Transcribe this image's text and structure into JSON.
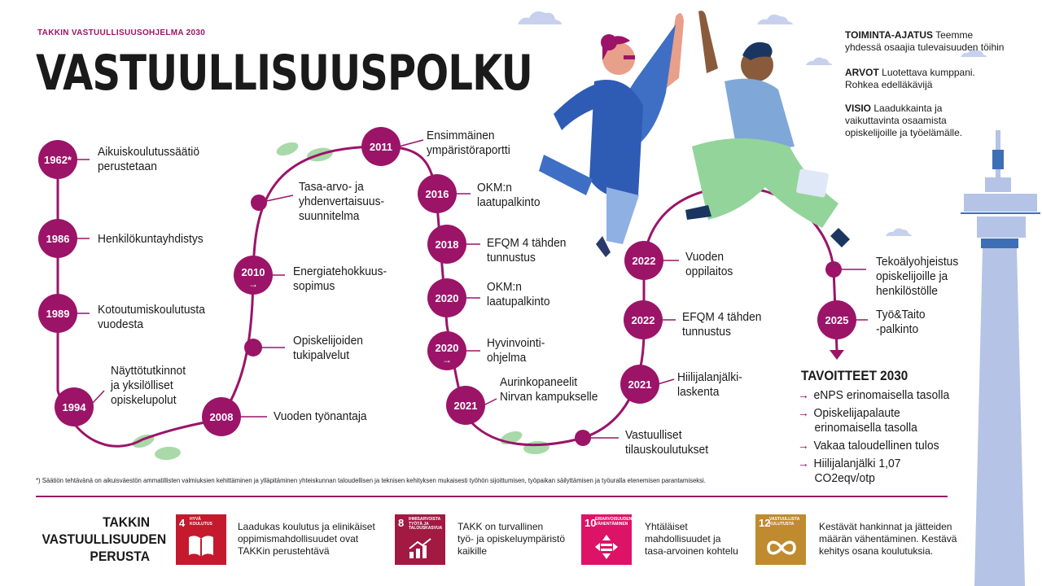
{
  "header": {
    "kicker": "TAKKIN VASTUULLISUUSOHJELMA 2030",
    "title": "VASTUULLISUUSPOLKU"
  },
  "colors": {
    "accent": "#9b1468",
    "light_green": "#a9d9a9",
    "tower": "#b5c3e6"
  },
  "timeline": [
    {
      "year": "1962*",
      "label": [
        "Aikuiskoulutussäätiö",
        "perustetaan"
      ]
    },
    {
      "year": "1986",
      "label": [
        "Henkilökuntayhdistys"
      ]
    },
    {
      "year": "1989",
      "label": [
        "Kotoutumiskoulutusta",
        "vuodesta"
      ]
    },
    {
      "year": "1994",
      "label": [
        "Näyttötutkinnot",
        "ja yksilölliset",
        "opiskelupolut"
      ]
    },
    {
      "year": "2008",
      "label": [
        "Vuoden työnantaja"
      ]
    },
    {
      "year": "",
      "label": [
        "Opiskelijoiden",
        "tukipalvelut"
      ]
    },
    {
      "year": "2010",
      "label": [
        "Energiatehokkuus-",
        "sopimus"
      ],
      "arrow": true
    },
    {
      "year": "",
      "label": [
        "Tasa-arvo- ja",
        "yhdenvertaisuus-",
        "suunnitelma"
      ]
    },
    {
      "year": "2011",
      "label": [
        "Ensimmäinen",
        "ympäristöraportti"
      ]
    },
    {
      "year": "2016",
      "label": [
        "OKM:n",
        "laatupalkinto"
      ]
    },
    {
      "year": "2018",
      "label": [
        "EFQM 4 tähden",
        "tunnustus"
      ]
    },
    {
      "year": "2020",
      "label": [
        "OKM:n",
        "laatupalkinto"
      ]
    },
    {
      "year": "2020",
      "label": [
        "Hyvinvointi-",
        "ohjelma"
      ],
      "arrow": true
    },
    {
      "year": "2021",
      "label": [
        "Aurinkopaneelit",
        "Nirvan kampukselle"
      ]
    },
    {
      "year": "",
      "label": [
        "Vastuulliset",
        "tilauskoulutukset"
      ]
    },
    {
      "year": "2021",
      "label": [
        "Hiilijalanjälki-",
        "laskenta"
      ]
    },
    {
      "year": "2022",
      "label": [
        "EFQM 4 tähden",
        "tunnustus"
      ]
    },
    {
      "year": "2022",
      "label": [
        "Vuoden",
        "oppilaitos"
      ]
    },
    {
      "year": "",
      "label": [
        "Tekoälyohjeistus",
        "opiskelijoille ja",
        "henkilöstölle"
      ]
    },
    {
      "year": "2025",
      "label": [
        "Työ&Taito",
        "-palkinto"
      ]
    }
  ],
  "values": {
    "mission_head": "TOIMINTA-AJATUS",
    "mission_text": "Teemme yhdessä osaajia tulevaisuuden töihin",
    "values_head": "ARVOT",
    "values_text": "Luotettava kumppani. Rohkea edelläkävijä",
    "vision_head": "VISIO",
    "vision_text": "Laadukkainta ja vaikuttavinta osaamista opiskelijoille ja työelämälle."
  },
  "goals": {
    "title": "TAVOITTEET 2030",
    "items": [
      [
        "eNPS erinomaisella tasolla"
      ],
      [
        "Opiskelijapalaute",
        "erinomaisella tasolla"
      ],
      [
        "Vakaa taloudellinen tulos"
      ],
      [
        "Hiilijalanjälki 1,07",
        "CO2eqv/otp"
      ]
    ]
  },
  "footnote": "*) Säätiön tehtävänä on aikuisväestön ammatillisten valmiuksien kehittäminen ja ylläpitäminen yhteiskunnan taloudellisen ja teknisen kehityksen mukaisesti työhön sijoittumisen, työpaikan säilyttämisen ja työuralla etenemisen parantamiseksi.",
  "basis": {
    "title": [
      "TAKKIN",
      "VASTUULLISUUDEN",
      "PERUSTA"
    ],
    "sdgs": [
      {
        "num": "4",
        "name": "HYVÄ KOULUTUS",
        "color": "#c5192d",
        "icon": "book-icon",
        "text": [
          "Laadukas koulutus ja elinikäiset",
          "oppimismahdollisuudet ovat",
          "TAKKin perustehtävä"
        ]
      },
      {
        "num": "8",
        "name": "IHMISARVOISTA TYÖTÄ JA TALOUSKASVUA",
        "color": "#a21942",
        "icon": "growth-chart-icon",
        "text": [
          "TAKK on turvallinen",
          "työ- ja opiskeluympäristö",
          "kaikille"
        ]
      },
      {
        "num": "10",
        "name": "ERIARVOISUUDEN VÄHENTÄMINEN",
        "color": "#dd1367",
        "icon": "equality-icon",
        "text": [
          "Yhtäläiset",
          "mahdollisuudet ja",
          "tasa-arvoinen kohtelu"
        ]
      },
      {
        "num": "12",
        "name": "VASTUULLISTA KULUTUSTA",
        "color": "#bf8b2e",
        "icon": "infinity-icon",
        "text": [
          "Kestävät hankinnat ja jätteiden",
          "määrän vähentäminen. Kestävä",
          "kehitys osana koulutuksia."
        ]
      }
    ]
  }
}
